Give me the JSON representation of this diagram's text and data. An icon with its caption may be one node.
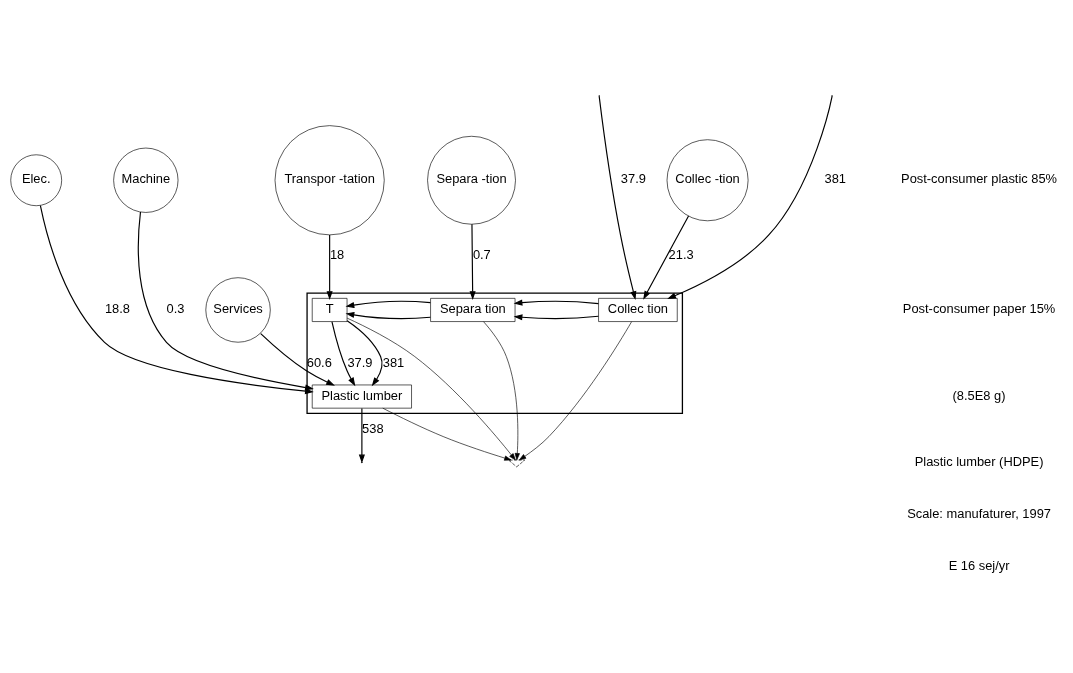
{
  "diagram": {
    "nodes": [
      {
        "text": [
          "Transpor -tation"
        ]
      },
      {
        "text": [
          "Separa -tion"
        ]
      },
      {
        "text": [
          "Collec -tion"
        ]
      },
      {
        "text": [
          "Elec."
        ]
      },
      {
        "text": [
          "Machine"
        ]
      },
      {
        "text": [
          "Services"
        ]
      },
      {
        "text": [],
        "shape": "box"
      },
      {
        "text": [
          "T"
        ],
        "in": 6
      },
      {
        "text": [
          "Separa tion"
        ],
        "in": 6
      },
      {
        "text": [
          "Collec tion"
        ],
        "in": 6
      },
      {
        "text": [
          "Plastic lumber"
        ],
        "in": 6
      },
      {
        "text": [],
        "shape": "ground"
      }
    ],
    "edges": [
      {
        "from": 0,
        "to": 7,
        "arrow": "to",
        "label": "18"
      },
      {
        "from": 1,
        "to": 8,
        "arrow": "to",
        "label": "0.7"
      },
      {
        "from": 2,
        "to": 9,
        "arrow": "to",
        "label": "21.3"
      },
      {
        "from": 3,
        "to": 10,
        "arrow": "to",
        "label": "18.8"
      },
      {
        "from": 4,
        "to": 10,
        "arrow": "to",
        "label": "0.3"
      },
      {
        "from": 5,
        "to": 10,
        "arrow": "to",
        "label": "60.6"
      },
      {
        "from": null,
        "to": 9,
        "arrow": "to",
        "label": "381"
      },
      {
        "from": null,
        "to": 9,
        "arrow": "to",
        "label": "37.9"
      },
      {
        "from": 9,
        "to": 8,
        "arrow": "to"
      },
      {
        "from": 9,
        "to": 8,
        "arrow": "to"
      },
      {
        "from": 8,
        "to": 7,
        "arrow": "to"
      },
      {
        "from": 8,
        "to": 7,
        "arrow": "to"
      },
      {
        "from": 7,
        "to": 10,
        "arrow": "to",
        "label": "37.9"
      },
      {
        "from": 7,
        "to": 10,
        "arrow": "to",
        "label": "381"
      },
      {
        "from": 8,
        "to": 11,
        "arrow": "to"
      },
      {
        "from": 9,
        "to": 11,
        "arrow": "to"
      },
      {
        "from": 7,
        "to": 11,
        "arrow": "to"
      },
      {
        "from": 10,
        "to": 11,
        "arrow": "to"
      },
      {
        "from": 10,
        "to": null,
        "arrow": "to",
        "label": "538"
      }
    ],
    "labels": [
      "Post-consumer plastic 85%",
      "Post-consumer paper 15%",
      "(8.5E8 g)",
      "Plastic lumber (HDPE)",
      "Scale: manufaturer, 1997",
      "E 16 sej/yr"
    ]
  }
}
